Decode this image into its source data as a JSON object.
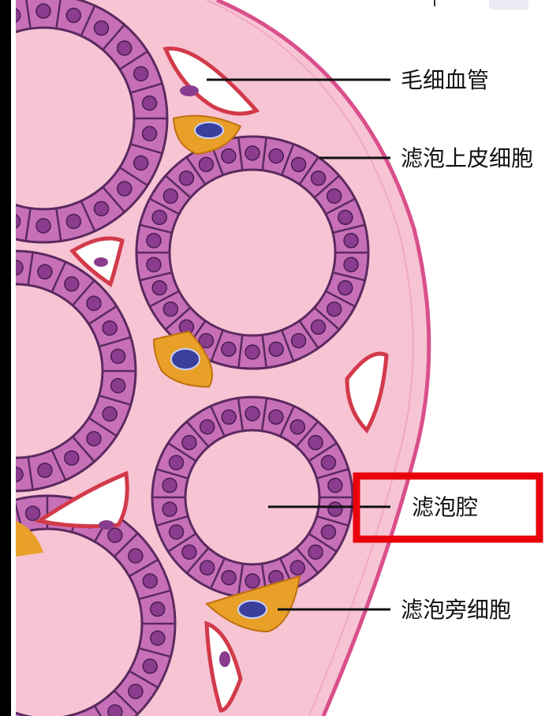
{
  "labels": {
    "capillary": "毛细血管",
    "follicular_epithelial_cell": "滤泡上皮细胞",
    "follicle_lumen": "滤泡腔",
    "parafollicular_cell": "滤泡旁细胞"
  },
  "colors": {
    "tissue_pink": "#f7c4d4",
    "cell_purple": "#c770b8",
    "cell_outline": "#5a2a5f",
    "nucleus": "#8a3c8e",
    "capsule": "#d94f8c",
    "capillary_red": "#d23a4a",
    "parafollicular_orange": "#e8a028",
    "highlight_box": "#e8000a"
  },
  "highlight": {
    "target": "follicle_lumen"
  }
}
